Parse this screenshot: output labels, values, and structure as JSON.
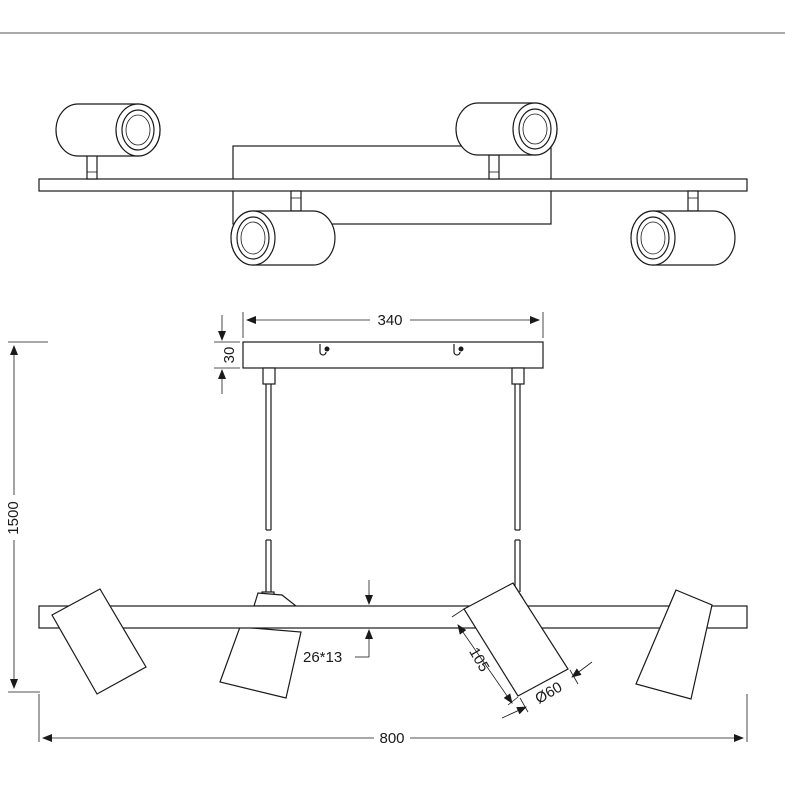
{
  "dimensions": {
    "canopy_width": "340",
    "canopy_height": "30",
    "drop_height": "1500",
    "bar_length": "800",
    "bar_section": "26*13",
    "head_length": "105",
    "head_diameter": "Ø60"
  }
}
